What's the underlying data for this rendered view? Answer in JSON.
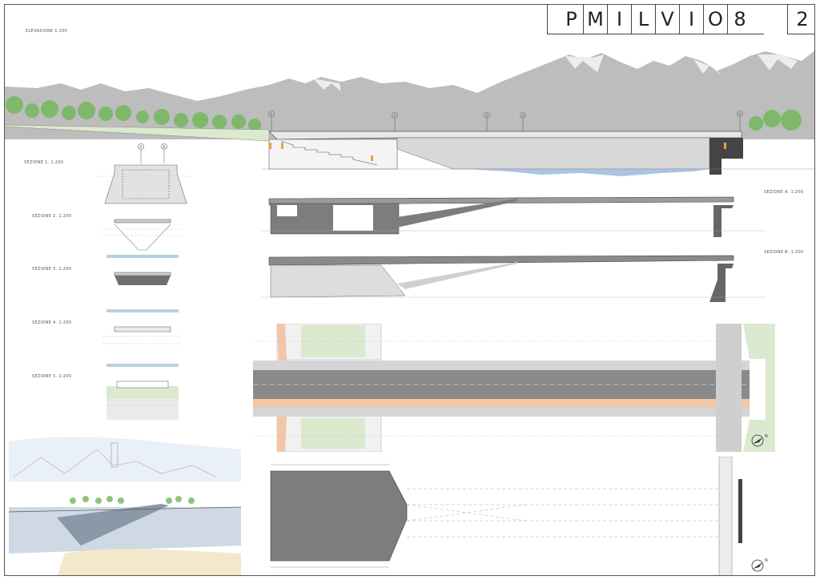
{
  "title_letters": [
    "P",
    "M",
    "I",
    "L",
    "V",
    "I",
    "O",
    "8"
  ],
  "sheet_number": "2",
  "labels": {
    "elevation": "ELEVAZIONE   1:200",
    "sezione1": "SEZIONE 1.   1:200",
    "sezione2": "SEZIONE 2.   1:200",
    "sezione3": "SEZIONE 3.   1:200",
    "sezione4": "SEZIONE 4.   1:200",
    "sezione5": "SEZIONE 5.   1:200",
    "sezioneA": "SEZIONE A.   1:200",
    "sezioneB": "SEZIONE B.   1:200"
  },
  "markers": {
    "a": "A",
    "b": "B",
    "m1": "1",
    "m2": "2",
    "m3": "3",
    "m4": "4",
    "m5": "5"
  },
  "north": "N",
  "colors": {
    "mountain": "#bdbdbd",
    "trees": "#7fb86a",
    "water": "#aac4e2",
    "deck": "#8a8a8a",
    "bike_lane": "#f2c6a6",
    "grass": "#dbe9cf",
    "line": "#444444"
  }
}
